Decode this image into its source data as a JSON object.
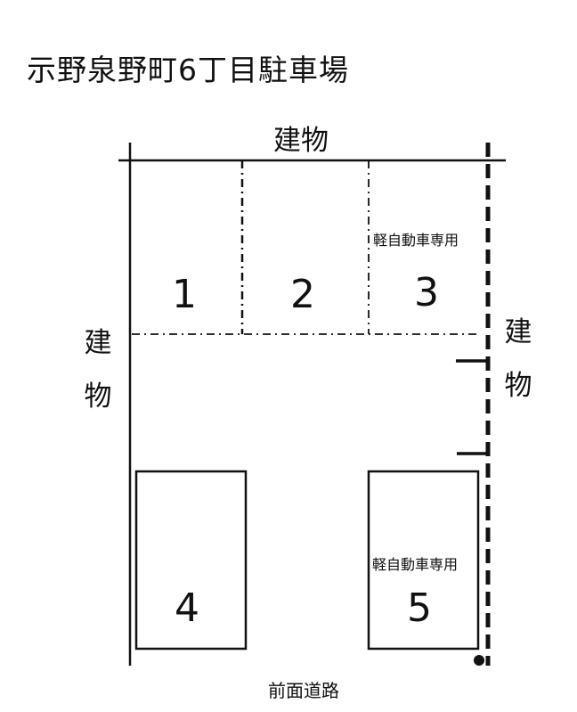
{
  "title": "示野泉野町6丁目駐車場",
  "labels": {
    "top_building": "建物",
    "left_building": [
      "建",
      "物"
    ],
    "right_building": [
      "建",
      "物"
    ],
    "front_road": "前面道路"
  },
  "spaces": [
    {
      "number": "1",
      "note": ""
    },
    {
      "number": "2",
      "note": ""
    },
    {
      "number": "3",
      "note": "軽自動車専用"
    },
    {
      "number": "4",
      "note": ""
    },
    {
      "number": "5",
      "note": "軽自動車専用"
    }
  ],
  "colors": {
    "line": "#111111",
    "background": "#ffffff"
  }
}
